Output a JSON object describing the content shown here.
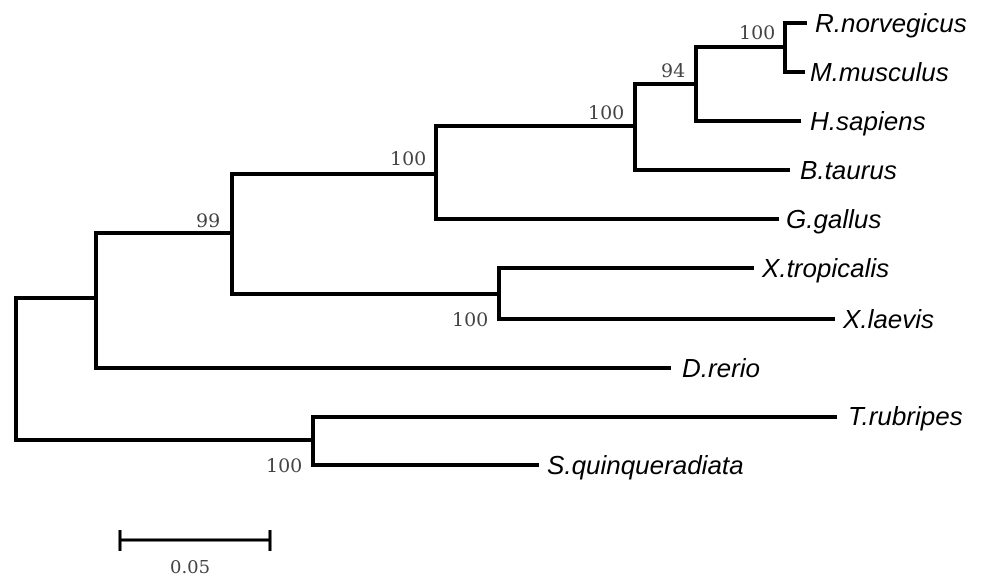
{
  "figure": {
    "type": "phylogenetic_tree",
    "line_color": "#000000",
    "support_color": "#444444"
  },
  "taxa": [
    {
      "id": "rnorvegicus",
      "label": "R.norvegicus"
    },
    {
      "id": "mmusculus",
      "label": "M.musculus"
    },
    {
      "id": "hsapiens",
      "label": "H.sapiens"
    },
    {
      "id": "btaurus",
      "label": "B.taurus"
    },
    {
      "id": "ggallus",
      "label": "G.gallus"
    },
    {
      "id": "xtropicalis",
      "label": "X.tropicalis"
    },
    {
      "id": "xlaevis",
      "label": "X.laevis"
    },
    {
      "id": "drerio",
      "label": "D.rerio"
    },
    {
      "id": "trubripes",
      "label": "T.rubripes"
    },
    {
      "id": "squinqueradiata",
      "label": "S.quinqueradiata"
    }
  ],
  "bootstrap": {
    "rodents": "100",
    "euarchontoglires": "94",
    "mammals": "100",
    "amniotes": "100",
    "tetrapods": "99",
    "xenopus": "100",
    "pufferfish_yellowtail": "100"
  },
  "scale_bar": {
    "label": "0.05"
  }
}
